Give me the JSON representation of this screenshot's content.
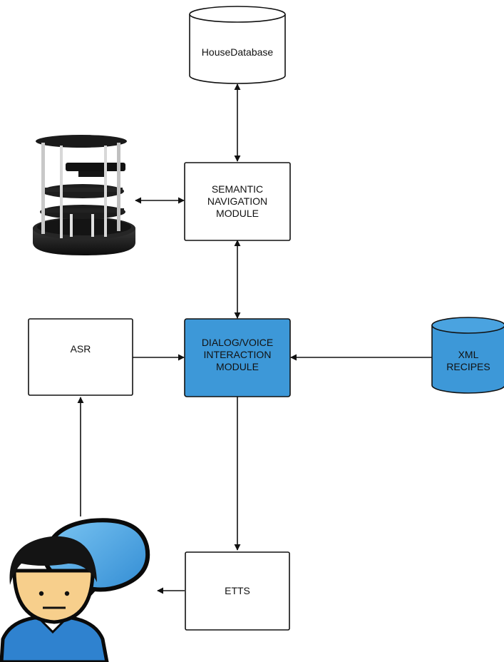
{
  "nodes": {
    "house_database": {
      "label": "HouseDatabase",
      "shape": "cylinder",
      "fill": "#ffffff"
    },
    "semantic_navigation": {
      "label": "SEMANTIC\nNAVIGATION\nMODULE",
      "shape": "box",
      "fill": "#ffffff"
    },
    "dialog_voice": {
      "label": "DIALOG/VOICE\nINTERACTION\nMODULE",
      "shape": "box",
      "fill": "#3d98d8"
    },
    "asr": {
      "label": "ASR",
      "shape": "box",
      "fill": "#ffffff"
    },
    "xml_recipes": {
      "label": "XML\nRECIPES",
      "shape": "cylinder",
      "fill": "#3d98d8"
    },
    "etts": {
      "label": "ETTS",
      "shape": "box",
      "fill": "#ffffff"
    }
  },
  "images": {
    "robot": "turtlebot-robot-icon",
    "user": "user-speech-bubble-icon"
  },
  "edges": [
    {
      "from": "house_database",
      "to": "semantic_navigation",
      "direction": "both"
    },
    {
      "from": "robot",
      "to": "semantic_navigation",
      "direction": "both"
    },
    {
      "from": "semantic_navigation",
      "to": "dialog_voice",
      "direction": "both"
    },
    {
      "from": "asr",
      "to": "dialog_voice",
      "direction": "forward"
    },
    {
      "from": "xml_recipes",
      "to": "dialog_voice",
      "direction": "forward"
    },
    {
      "from": "dialog_voice",
      "to": "etts",
      "direction": "forward"
    },
    {
      "from": "etts",
      "to": "user",
      "direction": "forward"
    },
    {
      "from": "user",
      "to": "asr",
      "direction": "forward"
    }
  ],
  "colors": {
    "accent": "#3d98d8",
    "stroke": "#111111"
  }
}
